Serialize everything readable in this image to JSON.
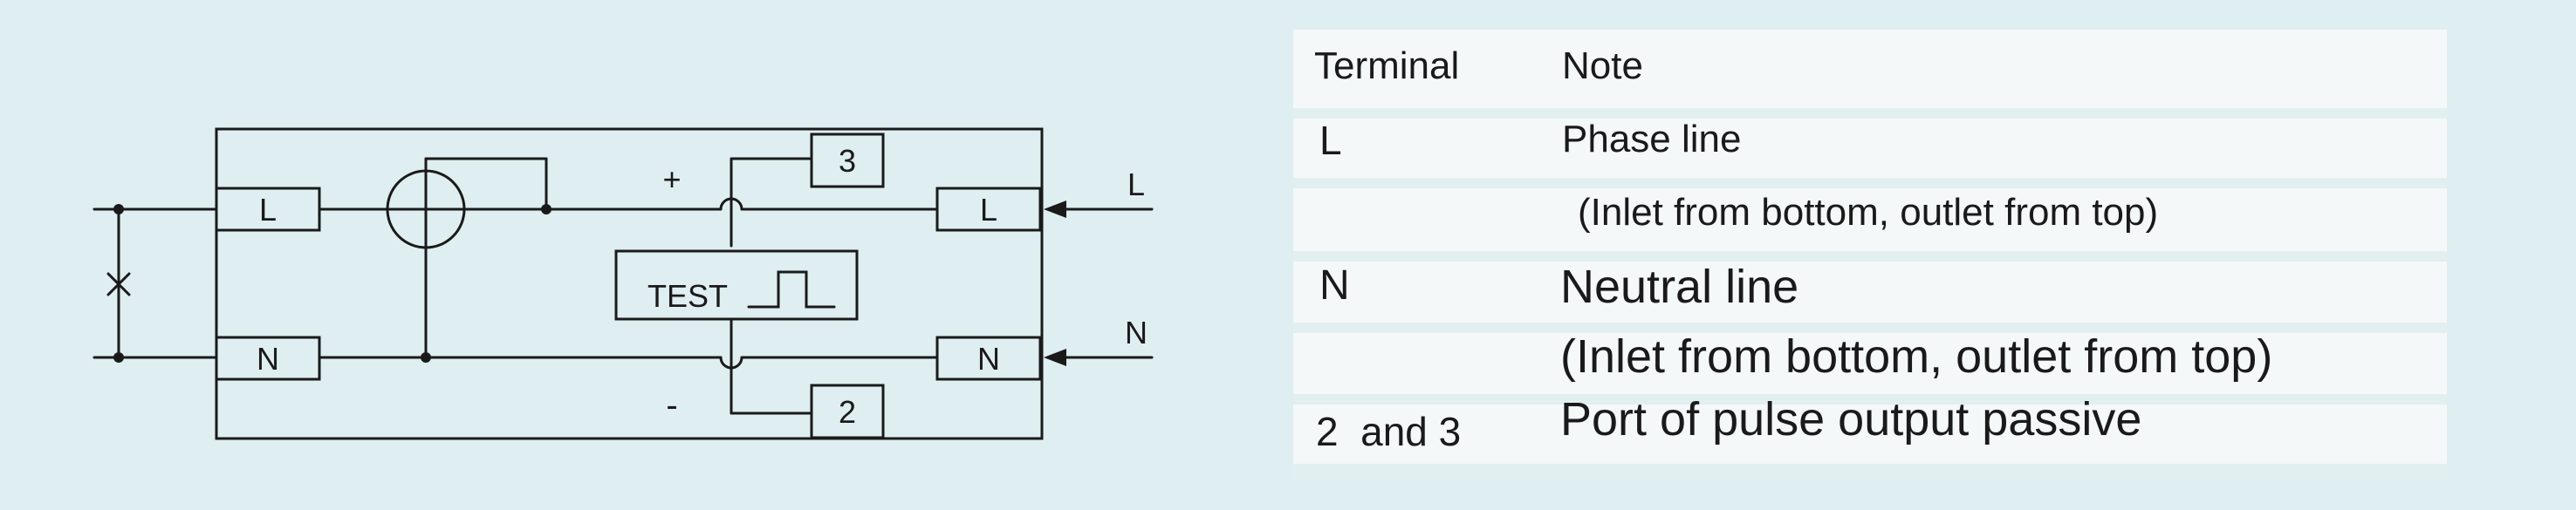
{
  "diagram": {
    "terminals_left": [
      "L",
      "N"
    ],
    "terminals_right": [
      "L",
      "N"
    ],
    "pulse_ports": [
      "3",
      "2"
    ],
    "polarity": [
      "+",
      "-"
    ],
    "test_label": "TEST",
    "supply_lines": [
      "L",
      "N"
    ]
  },
  "table": {
    "headers": [
      "Terminal",
      "Note"
    ],
    "rows": [
      {
        "terminal": "L",
        "note": "Phase line",
        "detail": "(Inlet from bottom, outlet from top)"
      },
      {
        "terminal": "N",
        "note": "Neutral line",
        "detail": "(Inlet from bottom, outlet from top)"
      },
      {
        "terminal": "2  and 3",
        "note": "Port of pulse output passive",
        "detail": ""
      }
    ]
  },
  "colors": {
    "background": "#dfeef0",
    "panel": "#f4f8f9",
    "line": "#1a1a1a"
  }
}
